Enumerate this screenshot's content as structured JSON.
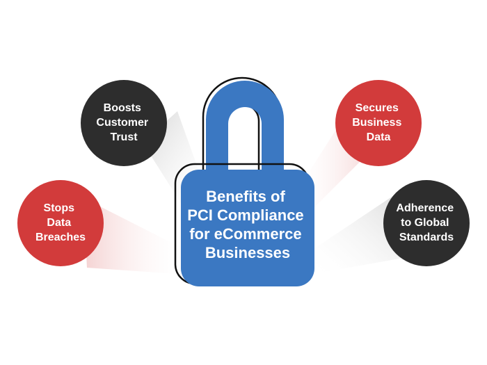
{
  "title": {
    "lines": [
      "Benefits of",
      "PCI Compliance",
      "for eCommerce",
      "Businesses"
    ]
  },
  "benefits": [
    {
      "lines": [
        "Boosts",
        "Customer",
        "Trust"
      ],
      "color": "#2d2d2d"
    },
    {
      "lines": [
        "Secures",
        "Business",
        "Data"
      ],
      "color": "#d23b3b"
    },
    {
      "lines": [
        "Stops",
        "Data",
        "Breaches"
      ],
      "color": "#d23b3b"
    },
    {
      "lines": [
        "Adherence",
        "to Global",
        "Standards"
      ],
      "color": "#2d2d2d"
    }
  ],
  "colors": {
    "lock_body": "#3b78c2",
    "lock_shackle": "#3b78c2",
    "outline": "#111111",
    "ray_red": "#f6d9d9",
    "ray_dark": "#dcdcdc"
  },
  "icons": {
    "lock": "padlock-icon"
  }
}
